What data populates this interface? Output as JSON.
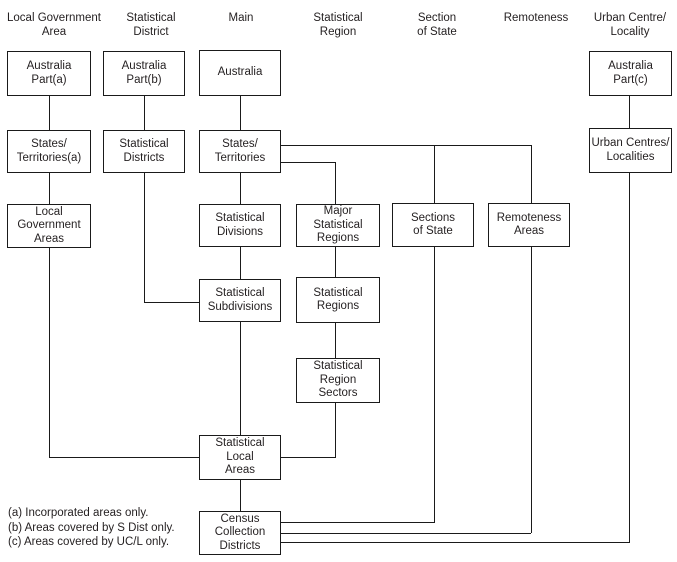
{
  "diagram_title": "Australian Standard Geographical Classification structure diagram",
  "headers": [
    {
      "id": "local-government-area",
      "label": "Local Government\nArea"
    },
    {
      "id": "statistical-district",
      "label": "Statistical\nDistrict"
    },
    {
      "id": "main",
      "label": "Main"
    },
    {
      "id": "statistical-region",
      "label": "Statistical\nRegion"
    },
    {
      "id": "section-of-state",
      "label": "Section\nof State"
    },
    {
      "id": "remoteness",
      "label": "Remoteness"
    },
    {
      "id": "urban-centre-locality",
      "label": "Urban Centre/\nLocality"
    }
  ],
  "boxes": {
    "australia_part_a": {
      "label": "Australia\nPart(a)"
    },
    "australia_part_b": {
      "label": "Australia\nPart(b)"
    },
    "australia": {
      "label": "Australia"
    },
    "australia_part_c": {
      "label": "Australia\nPart(c)"
    },
    "states_territories_a": {
      "label": "States/\nTerritories(a)"
    },
    "statistical_districts": {
      "label": "Statistical\nDistricts"
    },
    "states_territories": {
      "label": "States/\nTerritories"
    },
    "urban_centres_localities": {
      "label": "Urban Centres/\nLocalities"
    },
    "local_government_areas": {
      "label": "Local\nGovernment\nAreas"
    },
    "statistical_divisions": {
      "label": "Statistical\nDivisions"
    },
    "major_statistical_regions": {
      "label": "Major\nStatistical\nRegions"
    },
    "sections_of_state": {
      "label": "Sections\nof State"
    },
    "remoteness_areas": {
      "label": "Remoteness\nAreas"
    },
    "statistical_subdivisions": {
      "label": "Statistical\nSubdivisions"
    },
    "statistical_regions": {
      "label": "Statistical\nRegions"
    },
    "statistical_region_sectors": {
      "label": "Statistical\nRegion\nSectors"
    },
    "statistical_local_areas": {
      "label": "Statistical\nLocal\nAreas"
    },
    "census_collection_districts": {
      "label": "Census\nCollection\nDistricts"
    }
  },
  "footnotes": [
    "(a) Incorporated areas only.",
    "(b) Areas covered by S Dist only.",
    "(c) Areas covered by UC/L only."
  ],
  "edges": [
    {
      "from": "australia_part_a",
      "to": "states_territories_a"
    },
    {
      "from": "states_territories_a",
      "to": "local_government_areas"
    },
    {
      "from": "local_government_areas",
      "to": "statistical_local_areas"
    },
    {
      "from": "australia_part_b",
      "to": "statistical_districts"
    },
    {
      "from": "statistical_districts",
      "to": "statistical_subdivisions"
    },
    {
      "from": "australia",
      "to": "states_territories"
    },
    {
      "from": "states_territories",
      "to": "statistical_divisions"
    },
    {
      "from": "states_territories",
      "to": "major_statistical_regions"
    },
    {
      "from": "states_territories",
      "to": "sections_of_state"
    },
    {
      "from": "states_territories",
      "to": "remoteness_areas"
    },
    {
      "from": "statistical_divisions",
      "to": "statistical_subdivisions"
    },
    {
      "from": "statistical_subdivisions",
      "to": "statistical_local_areas"
    },
    {
      "from": "statistical_local_areas",
      "to": "census_collection_districts"
    },
    {
      "from": "major_statistical_regions",
      "to": "statistical_regions"
    },
    {
      "from": "statistical_regions",
      "to": "statistical_region_sectors"
    },
    {
      "from": "statistical_region_sectors",
      "to": "statistical_local_areas"
    },
    {
      "from": "australia_part_c",
      "to": "urban_centres_localities"
    },
    {
      "from": "sections_of_state",
      "to": "census_collection_districts"
    },
    {
      "from": "remoteness_areas",
      "to": "census_collection_districts"
    },
    {
      "from": "urban_centres_localities",
      "to": "census_collection_districts"
    }
  ],
  "colors": {
    "background": "#ffffff",
    "line": "#1a1a1a",
    "text": "#231f20"
  }
}
